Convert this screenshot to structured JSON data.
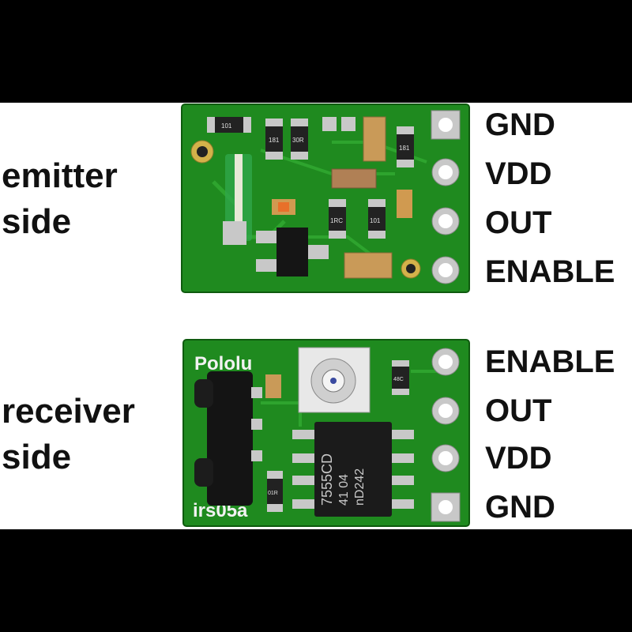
{
  "emitter": {
    "label_line1": "emitter",
    "label_line2": "side",
    "pins": [
      "GND",
      "VDD",
      "OUT",
      "ENABLE"
    ]
  },
  "receiver": {
    "label_line1": "receiver",
    "label_line2": "side",
    "pins": [
      "ENABLE",
      "OUT",
      "VDD",
      "GND"
    ],
    "silkscreen_brand": "Pololu",
    "silkscreen_model": "irs05a",
    "ic_marking": [
      "7555CD",
      "41 04",
      "nD242"
    ]
  },
  "components": {
    "r1": "101",
    "r2": "181",
    "r3": "30R",
    "r4": "181",
    "r5": "1RC",
    "r6": "101",
    "r7": "01R",
    "r8": "48C"
  },
  "colors": {
    "pcb_green": "#1f8a1f",
    "pcb_dark": "#136a13",
    "pad_silver": "#c8c8c8",
    "background": "#ffffff",
    "bars": "#000000"
  }
}
